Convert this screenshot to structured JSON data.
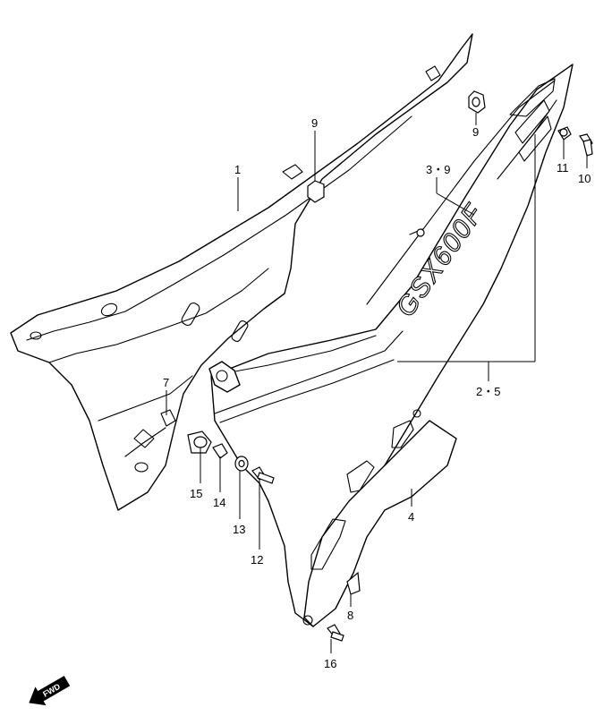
{
  "diagram": {
    "callouts": {
      "c1": "1",
      "c9a": "9",
      "c9b": "9",
      "c39": "3・9",
      "c11": "11",
      "c10": "10",
      "c25": "2・5",
      "c7": "7",
      "c4": "4",
      "c15": "15",
      "c14": "14",
      "c13": "13",
      "c12": "12",
      "c8": "8",
      "c16": "16"
    },
    "emblem": "GSX600F",
    "fwd_label": "FWD"
  }
}
